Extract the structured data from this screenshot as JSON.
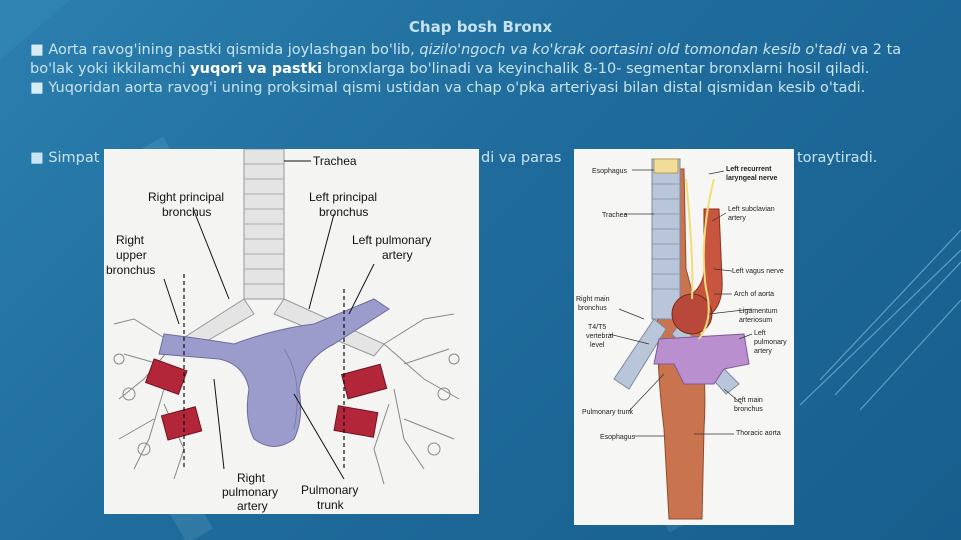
{
  "slide": {
    "title": "Chap bosh Bronx",
    "bullet": "■",
    "p1": {
      "a": "Aorta ravog'ining pastki qismida joylashgan bo'lib,",
      "b": "qizilo'ngoch va ko'krak oortasini old tomondan kesib o'tadi",
      "c": "va 2 ta bo'lak yoki ikkilamchi",
      "d": "yuqori va pastki",
      "e": "bronxlarga bo'linadi va keyinchalik 8-10- segmentar bronxlarni hosil qiladi."
    },
    "p2": "Yuqoridan aorta ravog'i uning proksimal qismi ustidan va chap o'pka arteriyasi bilan distal qismidan kesib o'tadi.",
    "p3_start": "Simpat",
    "p3_mid": "di va paras",
    "p3_end": "toraytiradi."
  },
  "figure_left": {
    "labels": {
      "trachea": "Trachea",
      "right_principal_1": "Right principal",
      "right_principal_2": "bronchus",
      "left_principal_1": "Left principal",
      "left_principal_2": "bronchus",
      "right_upper_1": "Right",
      "right_upper_2": "upper",
      "right_upper_3": "bronchus",
      "left_pulm_art_1": "Left pulmonary",
      "left_pulm_art_2": "artery",
      "right_pulm_art_1": "Right",
      "right_pulm_art_2": "pulmonary",
      "right_pulm_art_3": "artery",
      "pulm_trunk_1": "Pulmonary",
      "pulm_trunk_2": "trunk"
    }
  },
  "figure_right": {
    "labels": {
      "esophagus_top": "Esophagus",
      "trachea": "Trachea",
      "left_recurrent_1": "Left recurrent",
      "left_recurrent_2": "laryngeal nerve",
      "left_subclavian_1": "Left subclavian",
      "left_subclavian_2": "artery",
      "left_vagus": "Left vagus nerve",
      "arch_aorta": "Arch of aorta",
      "ligamentum_1": "Ligamentum",
      "ligamentum_2": "arteriosum",
      "left_pulm_1": "Left",
      "left_pulm_2": "pulmonary",
      "left_pulm_3": "artery",
      "right_main_1": "Right main",
      "right_main_2": "bronchus",
      "t4_1": "T4/T5",
      "t4_2": "vertebral",
      "t4_3": "level",
      "pulm_trunk": "Pulmonary trunk",
      "left_main_1": "Left main",
      "left_main_2": "bronchus",
      "thoracic_aorta": "Thoracic aorta",
      "esophagus_bottom": "Esophagus"
    }
  },
  "colors": {
    "bg": "#1f6c9c",
    "artery_blue": "#9c9ccc",
    "vessel_red": "#b3263a",
    "aorta_orange": "#d8875a",
    "trachea_blue": "#b9c6da"
  }
}
